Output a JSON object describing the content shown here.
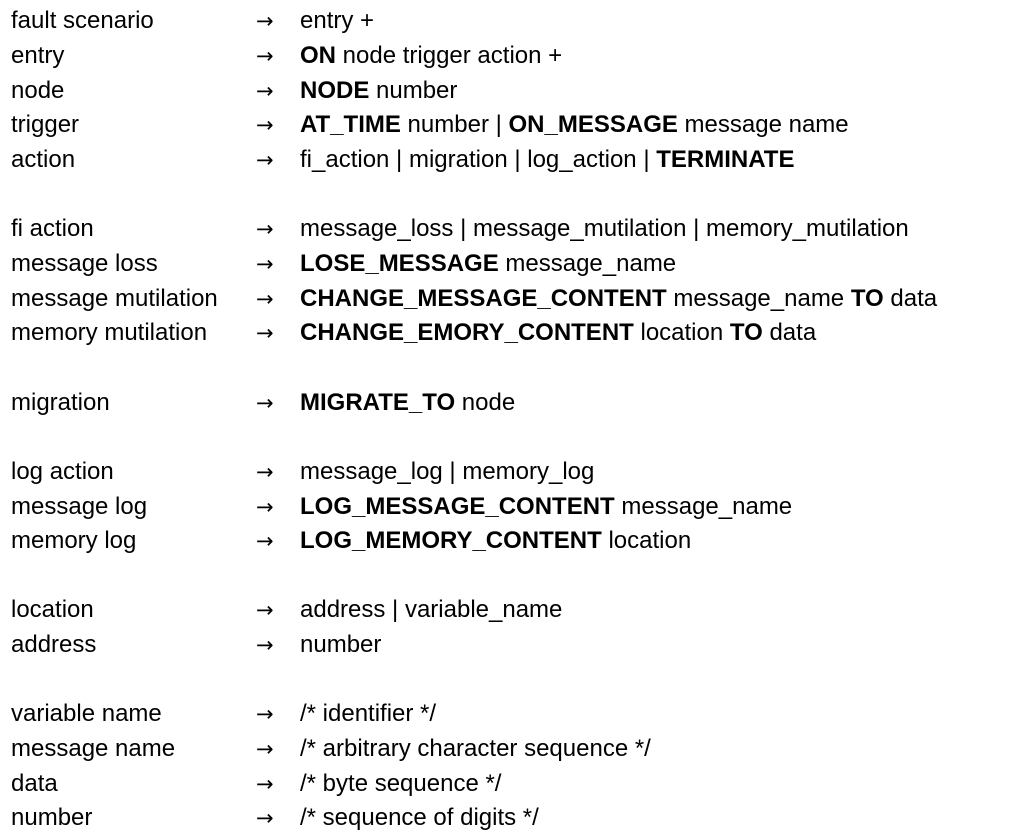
{
  "arrow": "→",
  "rules": [
    {
      "lhs": "fault scenario",
      "rhs": [
        {
          "t": "entry +"
        }
      ]
    },
    {
      "lhs": "entry",
      "rhs": [
        {
          "t": "ON",
          "b": true
        },
        {
          "t": " node trigger action +"
        }
      ]
    },
    {
      "lhs": "node",
      "rhs": [
        {
          "t": "NODE",
          "b": true
        },
        {
          "t": " number"
        }
      ]
    },
    {
      "lhs": "trigger",
      "rhs": [
        {
          "t": "AT_TIME",
          "b": true
        },
        {
          "t": " number | "
        },
        {
          "t": "ON_MESSAGE",
          "b": true
        },
        {
          "t": " message name"
        }
      ]
    },
    {
      "lhs": "action",
      "rhs": [
        {
          "t": "fi_action | migration | log_action | "
        },
        {
          "t": "TERMINATE",
          "b": true
        }
      ]
    },
    {
      "lhs": "fi action",
      "rhs": [
        {
          "t": "message_loss | message_mutilation | memory_mutilation"
        }
      ]
    },
    {
      "lhs": "message loss",
      "rhs": [
        {
          "t": "LOSE_MESSAGE",
          "b": true
        },
        {
          "t": " message_name"
        }
      ]
    },
    {
      "lhs": "message mutilation",
      "rhs": [
        {
          "t": "CHANGE_MESSAGE_CONTENT",
          "b": true
        },
        {
          "t": " message_name "
        },
        {
          "t": "TO",
          "b": true
        },
        {
          "t": " data"
        }
      ]
    },
    {
      "lhs": "memory mutilation",
      "rhs": [
        {
          "t": "CHANGE_EMORY_CONTENT",
          "b": true
        },
        {
          "t": " location "
        },
        {
          "t": "TO",
          "b": true
        },
        {
          "t": " data"
        }
      ]
    },
    {
      "lhs": "migration",
      "rhs": [
        {
          "t": "MIGRATE_TO",
          "b": true
        },
        {
          "t": " node"
        }
      ]
    },
    {
      "lhs": "log action",
      "rhs": [
        {
          "t": "message_log | memory_log"
        }
      ]
    },
    {
      "lhs": "message log",
      "rhs": [
        {
          "t": "LOG_MESSAGE_CONTENT",
          "b": true
        },
        {
          "t": " message_name"
        }
      ]
    },
    {
      "lhs": "memory log",
      "rhs": [
        {
          "t": "LOG_MEMORY_CONTENT",
          "b": true
        },
        {
          "t": " location"
        }
      ]
    },
    {
      "lhs": "location",
      "rhs": [
        {
          "t": "address | variable_name"
        }
      ]
    },
    {
      "lhs": "address",
      "rhs": [
        {
          "t": "number"
        }
      ]
    },
    {
      "lhs": "variable name",
      "rhs": [
        {
          "t": "/* identifier */"
        }
      ]
    },
    {
      "lhs": "message name",
      "rhs": [
        {
          "t": "/* arbitrary character sequence */"
        }
      ]
    },
    {
      "lhs": "data",
      "rhs": [
        {
          "t": "/* byte sequence */"
        }
      ]
    },
    {
      "lhs": "number",
      "rhs": [
        {
          "t": "/* sequence of digits */"
        }
      ]
    }
  ]
}
